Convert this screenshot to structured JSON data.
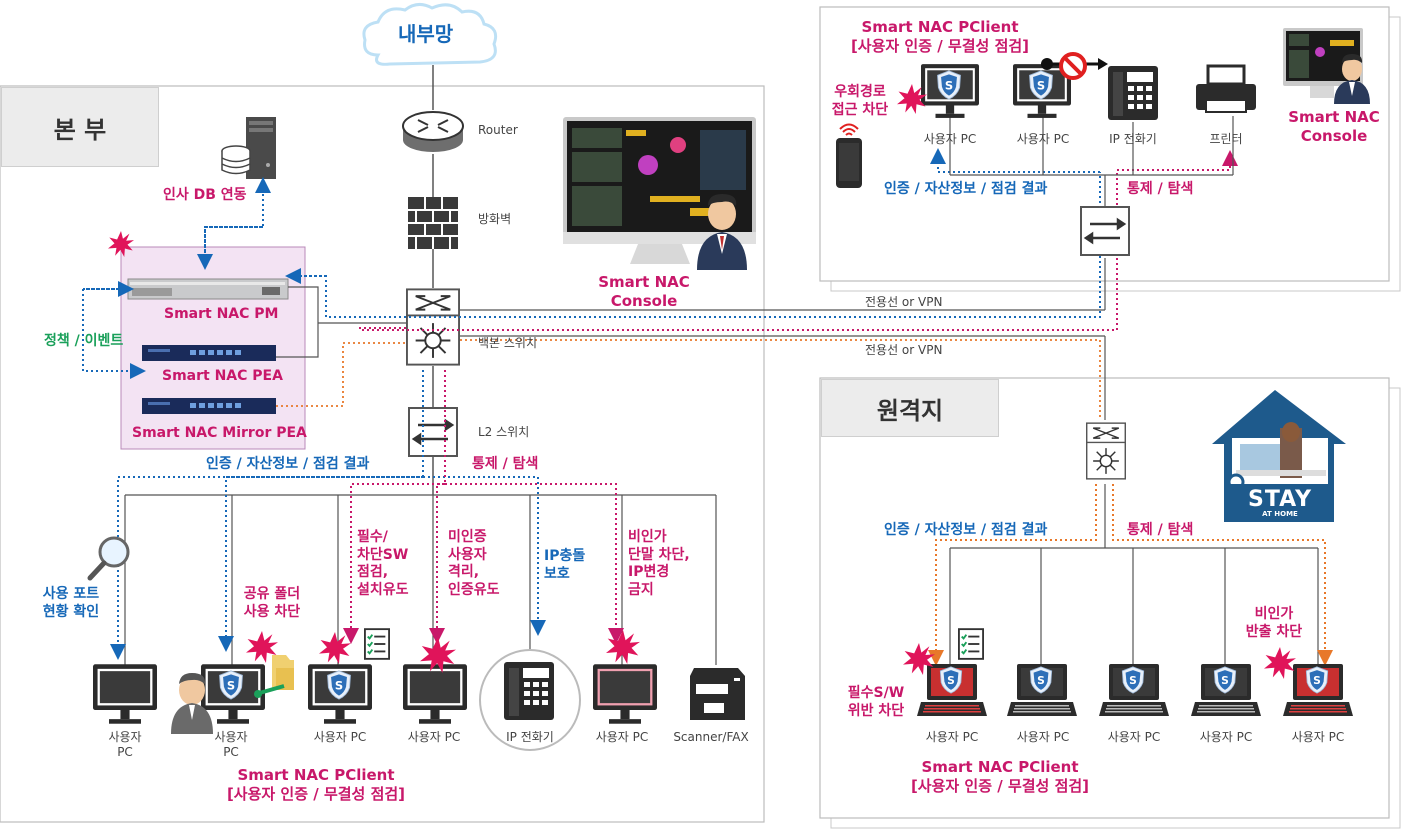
{
  "sections": {
    "hq": "본 부",
    "remote": "원격지",
    "internal_net": "내부망"
  },
  "network": {
    "router": "Router",
    "firewall": "방화벽",
    "backbone": "백본 스위치",
    "l2": "L2 스위치",
    "line1": "전용선 or VPN",
    "line2": "전용선 or VPN"
  },
  "servers": {
    "hr_db": "인사 DB 연동",
    "pm": "Smart NAC PM",
    "pea": "Smart NAC PEA",
    "mirror": "Smart NAC Mirror PEA",
    "policy_event": "정책 / 이벤트"
  },
  "console": {
    "hq_line1": "Smart NAC",
    "hq_line2": "Console",
    "branch_line1": "Smart NAC",
    "branch_line2": "Console"
  },
  "flows": {
    "auth_hq": "인증 / 자산정보 / 점검 결과",
    "ctrl_hq": "통제 / 탐색",
    "auth_branch": "인증 / 자산정보 / 점검 결과",
    "ctrl_branch": "통제 / 탐색",
    "auth_remote": "인증 / 자산정보 / 점검 결과",
    "ctrl_remote": "통제 / 탐색"
  },
  "hq_annotations": {
    "port_l1": "사용 포트",
    "port_l2": "현황 확인",
    "share_l1": "공유 폴더",
    "share_l2": "사용 차단",
    "req_l1": "필수/",
    "req_l2": "차단SW",
    "req_l3": "점검,",
    "req_l4": "설치유도",
    "unauth_l1": "미인증",
    "unauth_l2": "사용자",
    "unauth_l3": "격리,",
    "unauth_l4": "인증유도",
    "ip_l1": "IP충돌",
    "ip_l2": "보호",
    "nonauth_l1": "비인가",
    "nonauth_l2": "단말 차단,",
    "nonauth_l3": "IP변경",
    "nonauth_l4": "금지"
  },
  "hq_devices": {
    "pc1_l1": "사용자",
    "pc1_l2": "PC",
    "pc2_l1": "사용자",
    "pc2_l2": "PC",
    "pc3": "사용자 PC",
    "pc4": "사용자 PC",
    "phone": "IP 전화기",
    "pc5": "사용자 PC",
    "scanner": "Scanner/FAX"
  },
  "hq_pclient": {
    "line1": "Smart NAC PClient",
    "line2": "[사용자 인증 / 무결성 점검]"
  },
  "branch": {
    "title1": "Smart NAC PClient",
    "title2": "[사용자 인증 / 무결성 점검]",
    "bypass_l1": "우회경로",
    "bypass_l2": "접근 차단",
    "pc1": "사용자 PC",
    "pc2": "사용자 PC",
    "phone": "IP 전화기",
    "printer": "프린터"
  },
  "remote": {
    "sw_l1": "필수S/W",
    "sw_l2": "위반 차단",
    "nonauth_l1": "비인가",
    "nonauth_l2": "반출 차단",
    "pc1": "사용자 PC",
    "pc2": "사용자 PC",
    "pc3": "사용자 PC",
    "pc4": "사용자 PC",
    "pc5": "사용자 PC",
    "title1": "Smart NAC PClient",
    "title2": "[사용자 인증 / 무결성 점검]",
    "stay_l1": "STAY",
    "stay_l2": "AT HOME"
  },
  "colors": {
    "blue": "#1668b8",
    "magenta": "#c8186a",
    "orange": "#e8782a",
    "green": "#1aa05a",
    "panel": "#f3e3f3"
  }
}
